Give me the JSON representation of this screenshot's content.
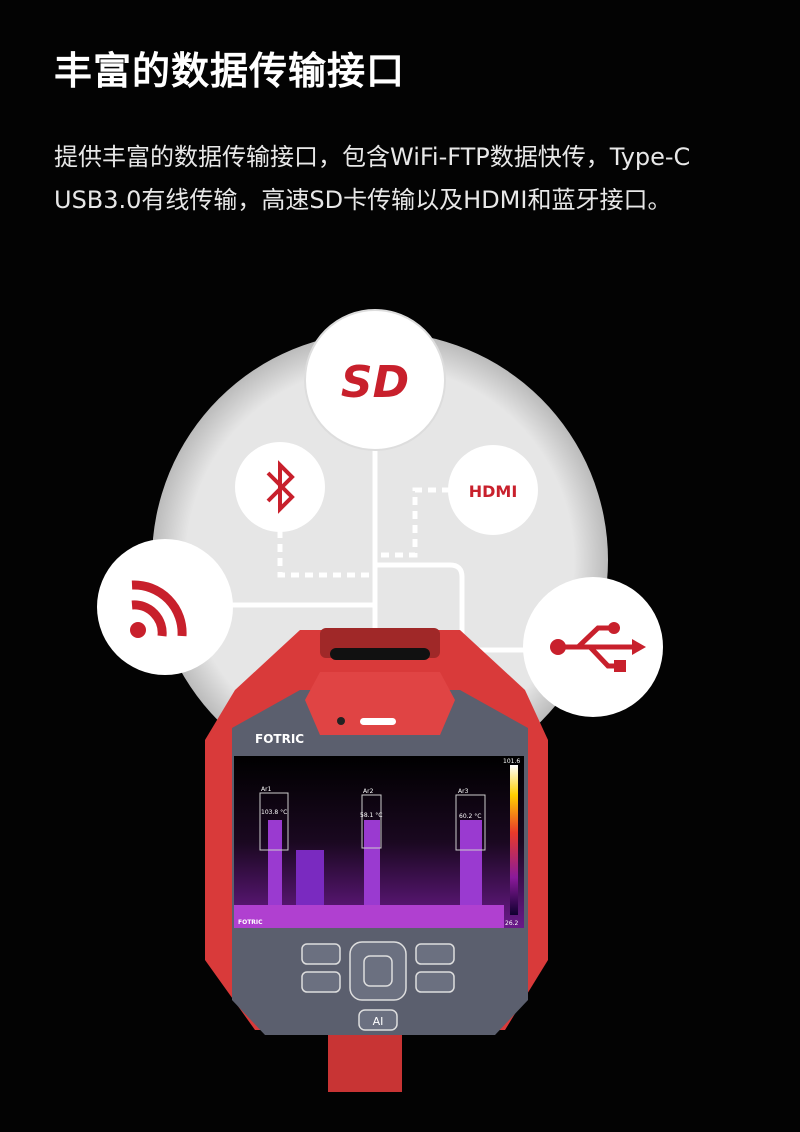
{
  "title": "丰富的数据传输接口",
  "description": "提供丰富的数据传输接口，包含WiFi-FTP数据快传，Type-C USB3.0有线传输，高速SD卡传输以及HDMI和蓝牙接口。",
  "icons": [
    "sd-card-icon",
    "bluetooth-icon",
    "hdmi-icon",
    "wifi-icon",
    "usb-icon"
  ],
  "labels": {
    "sd": "SD",
    "hdmi": "HDMI"
  },
  "device": {
    "brand": "FOTRIC",
    "screen_brand": "FOTRIC",
    "scale_max": "101.6",
    "scale_min": "26.2",
    "areas": [
      {
        "name": "Ar1",
        "temp": "103.8 °C"
      },
      {
        "name": "Ar2",
        "temp": "58.1 °C"
      },
      {
        "name": "Ar3",
        "temp": "60.2 °C"
      }
    ],
    "ai_button": "AI"
  },
  "colors": {
    "accent": "#c8202c",
    "device_red": "#d93a3a",
    "panel": "#5b5f6e"
  }
}
